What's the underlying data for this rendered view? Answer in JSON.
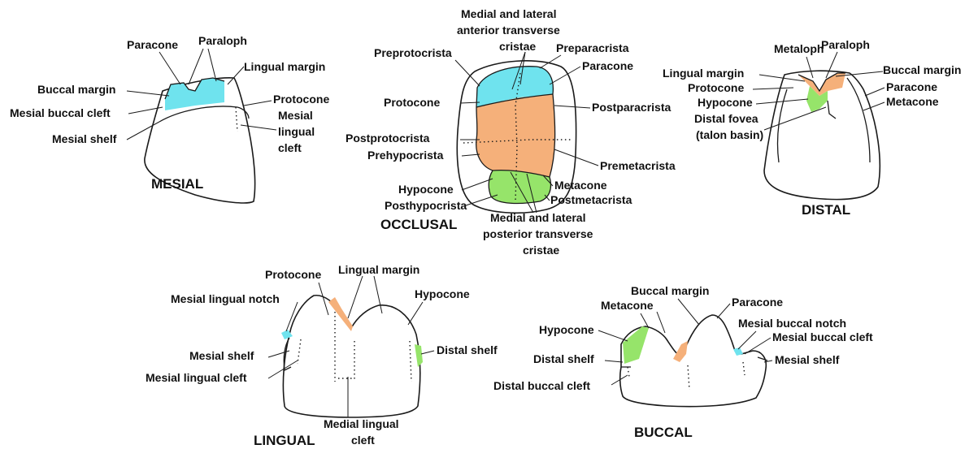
{
  "colors": {
    "cyan": "#6fe3ee",
    "orange": "#f5b07a",
    "green": "#96e46a"
  },
  "views": {
    "mesial": {
      "title": "MESIAL",
      "labels": {
        "paracone": "Paracone",
        "paraloph": "Paraloph",
        "lingual_margin": "Lingual margin",
        "buccal_margin": "Buccal margin",
        "protocone": "Protocone",
        "mesial_buccal_cleft": "Mesial buccal cleft",
        "mesial_lingual_cleft": [
          "Mesial",
          "lingual",
          "cleft"
        ],
        "mesial_shelf": "Mesial shelf"
      }
    },
    "occlusal": {
      "title": "OCCLUSAL",
      "labels": {
        "anterior_transverse_cristae": [
          "Medial and lateral",
          "anterior transverse",
          "cristae"
        ],
        "preprotocrista": "Preprotocrista",
        "preparacrista": "Preparacrista",
        "paracone": "Paracone",
        "protocone": "Protocone",
        "postparacrista": "Postparacrista",
        "postprotocrista": "Postprotocrista",
        "prehypocrista": "Prehypocrista",
        "premetacrista": "Premetacrista",
        "hypocone": "Hypocone",
        "metacone": "Metacone",
        "posthypocrista": "Posthypocrista",
        "postmetacrista": "Postmetacrista",
        "posterior_transverse_cristae": [
          "Medial and lateral",
          "posterior transverse",
          "cristae"
        ]
      }
    },
    "distal": {
      "title": "DISTAL",
      "labels": {
        "metaloph": "Metaloph",
        "paraloph": "Paraloph",
        "lingual_margin": "Lingual margin",
        "buccal_margin": "Buccal margin",
        "protocone": "Protocone",
        "paracone": "Paracone",
        "hypocone": "Hypocone",
        "metacone": "Metacone",
        "distal_fovea": [
          "Distal fovea",
          "(talon basin)"
        ]
      }
    },
    "lingual": {
      "title": "LINGUAL",
      "labels": {
        "protocone": "Protocone",
        "lingual_margin": "Lingual margin",
        "hypocone": "Hypocone",
        "mesial_lingual_notch": "Mesial lingual notch",
        "distal_shelf": "Distal shelf",
        "mesial_shelf": "Mesial shelf",
        "mesial_lingual_cleft": "Mesial lingual cleft",
        "medial_lingual_cleft": [
          "Medial lingual",
          "cleft"
        ]
      }
    },
    "buccal": {
      "title": "BUCCAL",
      "labels": {
        "buccal_margin": "Buccal margin",
        "metacone": "Metacone",
        "paracone": "Paracone",
        "mesial_buccal_notch": "Mesial buccal notch",
        "hypocone": "Hypocone",
        "mesial_buccal_cleft": "Mesial buccal cleft",
        "distal_shelf": "Distal shelf",
        "mesial_shelf": "Mesial shelf",
        "distal_buccal_cleft": "Distal buccal cleft"
      }
    }
  }
}
